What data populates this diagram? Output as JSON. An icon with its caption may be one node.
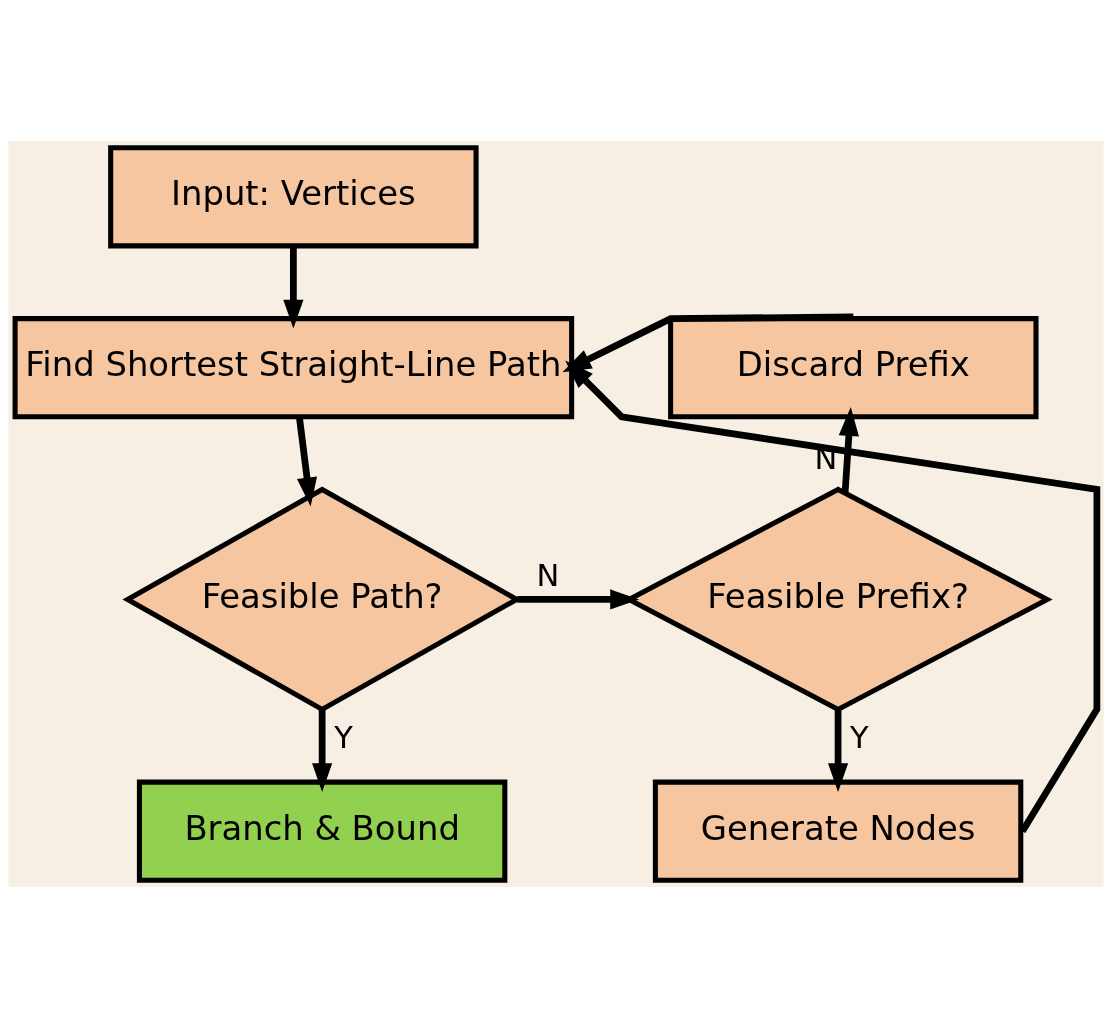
{
  "diagram": {
    "nodes": [
      {
        "text": [
          "Input: Vertices"
        ]
      },
      {
        "text": [
          "Find Shortest Straight-Line Path"
        ]
      },
      {
        "text": [
          "Discard Prefix"
        ]
      },
      {
        "text": [
          "Feasible Path?"
        ]
      },
      {
        "text": [
          "Feasible Prefix?"
        ]
      },
      {
        "text": [
          "Branch & Bound"
        ]
      },
      {
        "text": [
          "Generate Nodes"
        ]
      }
    ],
    "edges": [
      {
        "from": 0,
        "to": 1,
        "arrow": "to"
      },
      {
        "from": 1,
        "to": 3,
        "arrow": "to"
      },
      {
        "from": 3,
        "to": 4,
        "arrow": "to",
        "label": "N"
      },
      {
        "from": 3,
        "to": 5,
        "arrow": "to",
        "label": "Y"
      },
      {
        "from": 4,
        "to": 2,
        "arrow": "to",
        "label": "N"
      },
      {
        "from": 4,
        "to": 6,
        "arrow": "to",
        "label": "Y"
      },
      {
        "from": 2,
        "to": 1,
        "arrow": "to"
      },
      {
        "from": 6,
        "to": 1,
        "arrow": "to"
      }
    ]
  }
}
